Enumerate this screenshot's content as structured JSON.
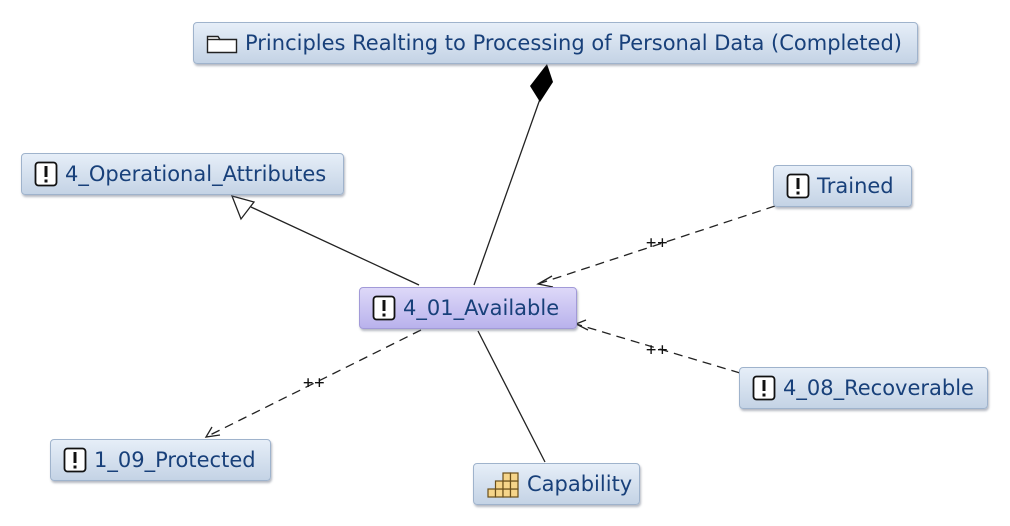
{
  "diagram": {
    "nodes": {
      "principles": {
        "label": "Principles Realting to Processing of Personal Data (Completed)",
        "icon": "folder-icon"
      },
      "operational_attributes": {
        "label": "4_Operational_Attributes",
        "icon": "requirement-icon"
      },
      "trained": {
        "label": "Trained",
        "icon": "requirement-icon"
      },
      "available": {
        "label": "4_01_Available",
        "icon": "requirement-icon"
      },
      "recoverable": {
        "label": "4_08_Recoverable",
        "icon": "requirement-icon"
      },
      "protected": {
        "label": "1_09_Protected",
        "icon": "requirement-icon"
      },
      "capability": {
        "label": "Capability",
        "icon": "capability-icon"
      }
    },
    "edges": {
      "trained_to_available": {
        "label": "++",
        "style": "dashed"
      },
      "recoverable_to_available": {
        "label": "++",
        "style": "dashed"
      },
      "available_to_protected": {
        "label": "++",
        "style": "dashed"
      }
    },
    "colors": {
      "node_fill": "#c9d7e9",
      "focus_fill": "#bdb6ee",
      "text": "#18407a",
      "edge": "#222222"
    }
  }
}
